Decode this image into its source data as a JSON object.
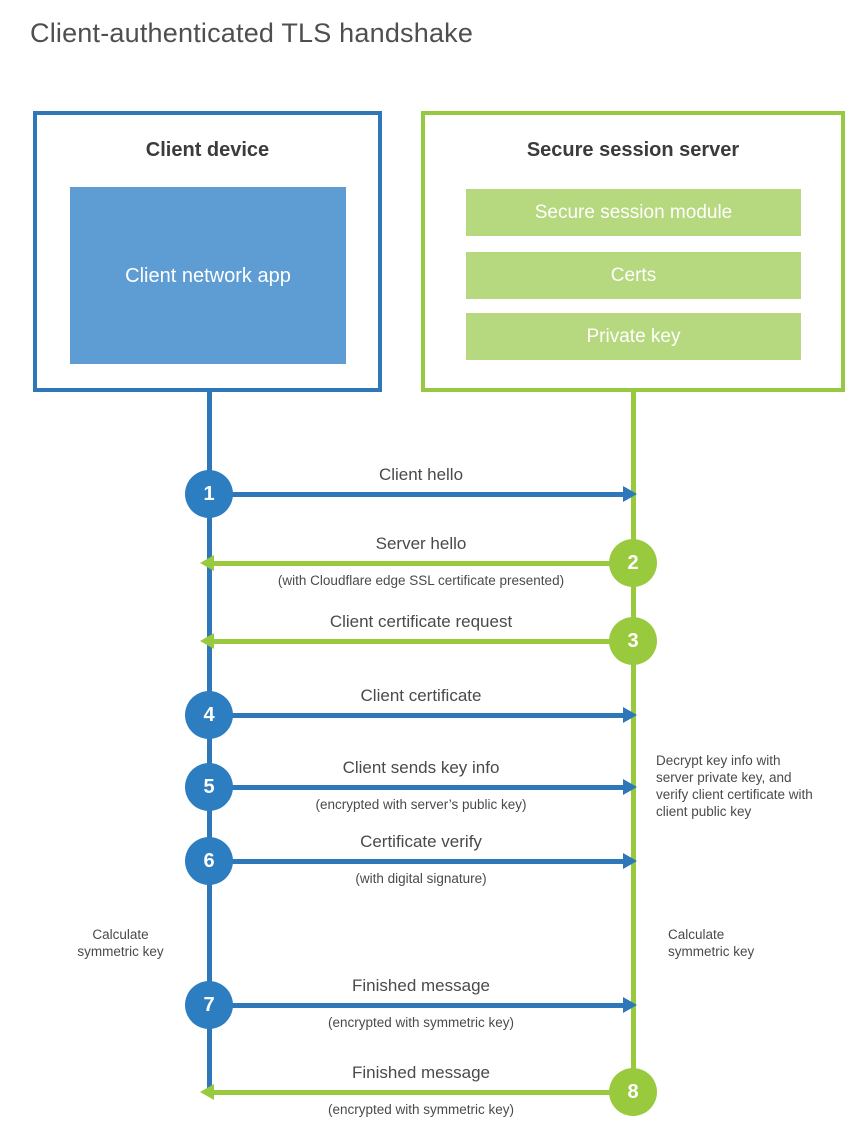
{
  "page": {
    "title": "Client-authenticated TLS handshake"
  },
  "colors": {
    "blue": "#2e78ba",
    "blue_fill": "#5d9dd3",
    "green": "#99ca3e",
    "green_fill": "#b6d87e",
    "heading_text": "#3b3b3b",
    "label_text": "#4a4a4a"
  },
  "client_box": {
    "title": "Client device",
    "app_label": "Client network app"
  },
  "server_box": {
    "title": "Secure session server",
    "modules": [
      "Secure session module",
      "Certs",
      "Private key"
    ]
  },
  "steps": [
    {
      "num": "1",
      "from": "client",
      "label": "Client hello",
      "sublabel": ""
    },
    {
      "num": "2",
      "from": "server",
      "label": "Server hello",
      "sublabel": "(with Cloudflare edge SSL certificate presented)"
    },
    {
      "num": "3",
      "from": "server",
      "label": "Client certificate request",
      "sublabel": ""
    },
    {
      "num": "4",
      "from": "client",
      "label": "Client certificate",
      "sublabel": ""
    },
    {
      "num": "5",
      "from": "client",
      "label": "Client sends key info",
      "sublabel": "(encrypted with server’s public key)"
    },
    {
      "num": "6",
      "from": "client",
      "label": "Certificate verify",
      "sublabel": "(with digital signature)"
    },
    {
      "num": "7",
      "from": "client",
      "label": "Finished message",
      "sublabel": "(encrypted with symmetric key)"
    },
    {
      "num": "8",
      "from": "server",
      "label": "Finished message",
      "sublabel": "(encrypted with symmetric key)"
    }
  ],
  "annotations": {
    "server_note": "Decrypt key info with server private key, and verify client certificate with client public key",
    "client_calc": "Calculate symmetric key",
    "server_calc": "Calculate symmetric key"
  }
}
